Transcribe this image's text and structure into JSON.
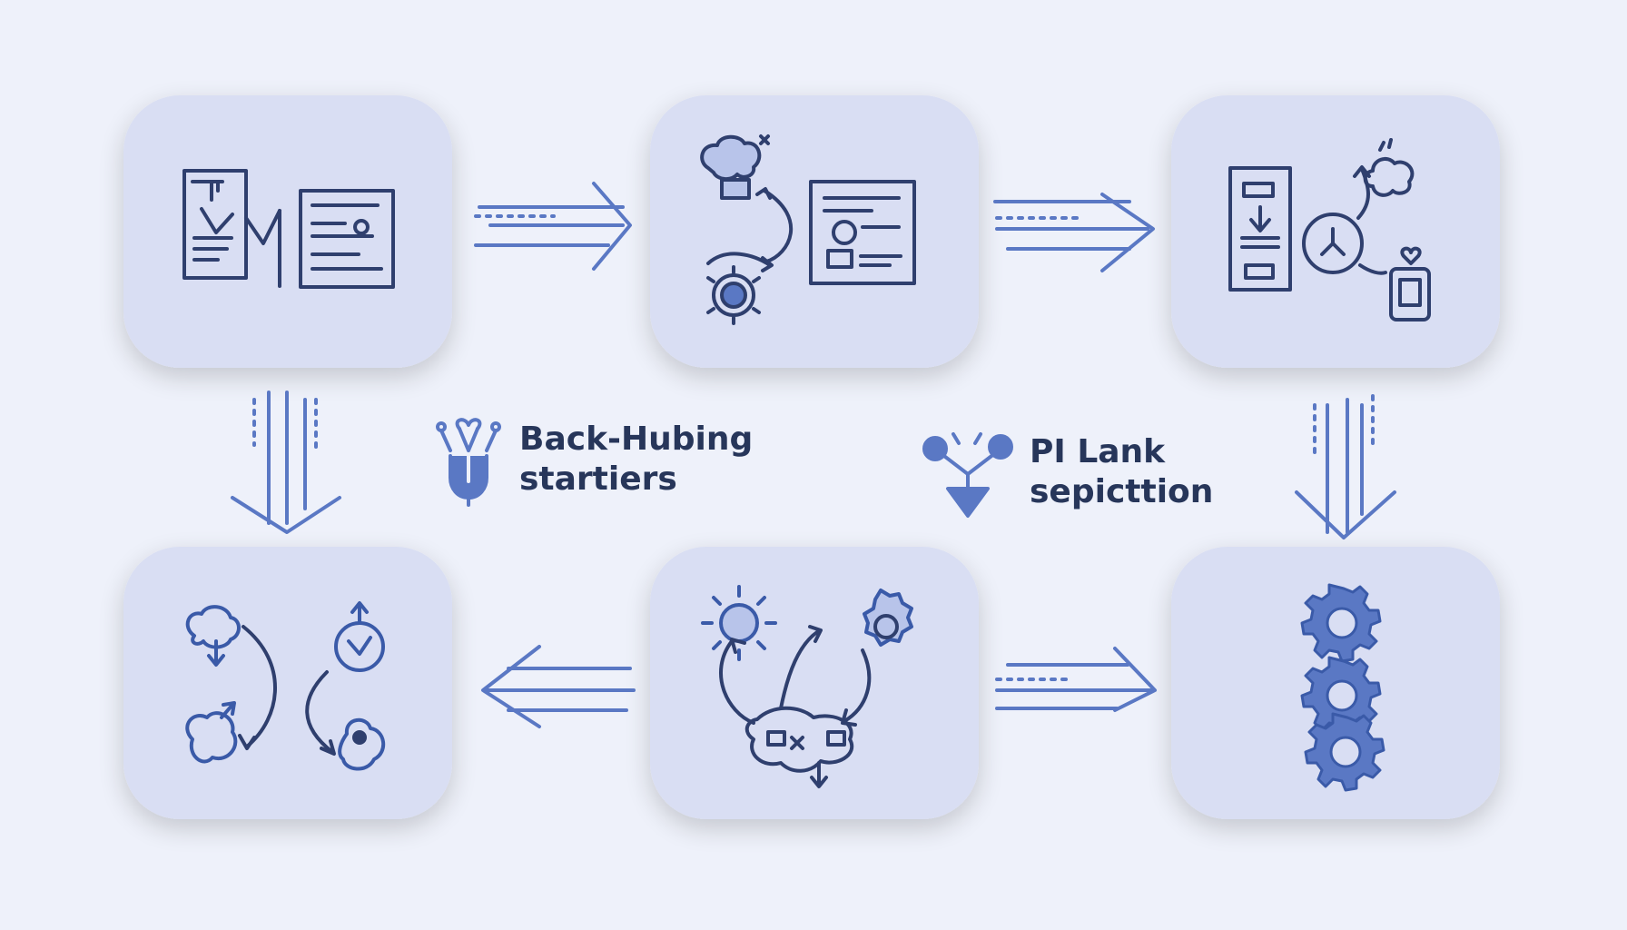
{
  "diagram": {
    "nodes": [
      {
        "id": "docs-card",
        "icon": "documents-icon"
      },
      {
        "id": "process-card",
        "icon": "cloud-gear-document-icon"
      },
      {
        "id": "schedule-card",
        "icon": "clock-cloud-document-icon"
      },
      {
        "id": "cycle-card",
        "icon": "cycle-blobs-icon"
      },
      {
        "id": "hub-card",
        "icon": "gear-hub-icon"
      },
      {
        "id": "gears-card",
        "icon": "stacked-gears-icon"
      }
    ],
    "labels": [
      {
        "icon": "branch-funnel-icon",
        "line1": "Back-Hubing",
        "line2": "startiers"
      },
      {
        "icon": "pi-link-icon",
        "line1": "PI Lank",
        "line2": "sepicttion"
      }
    ],
    "colors": {
      "background": "#eef1fa",
      "card": "#d9def3",
      "ink": "#2f3f6e",
      "accent": "#5a78c4",
      "text": "#27365a"
    }
  }
}
